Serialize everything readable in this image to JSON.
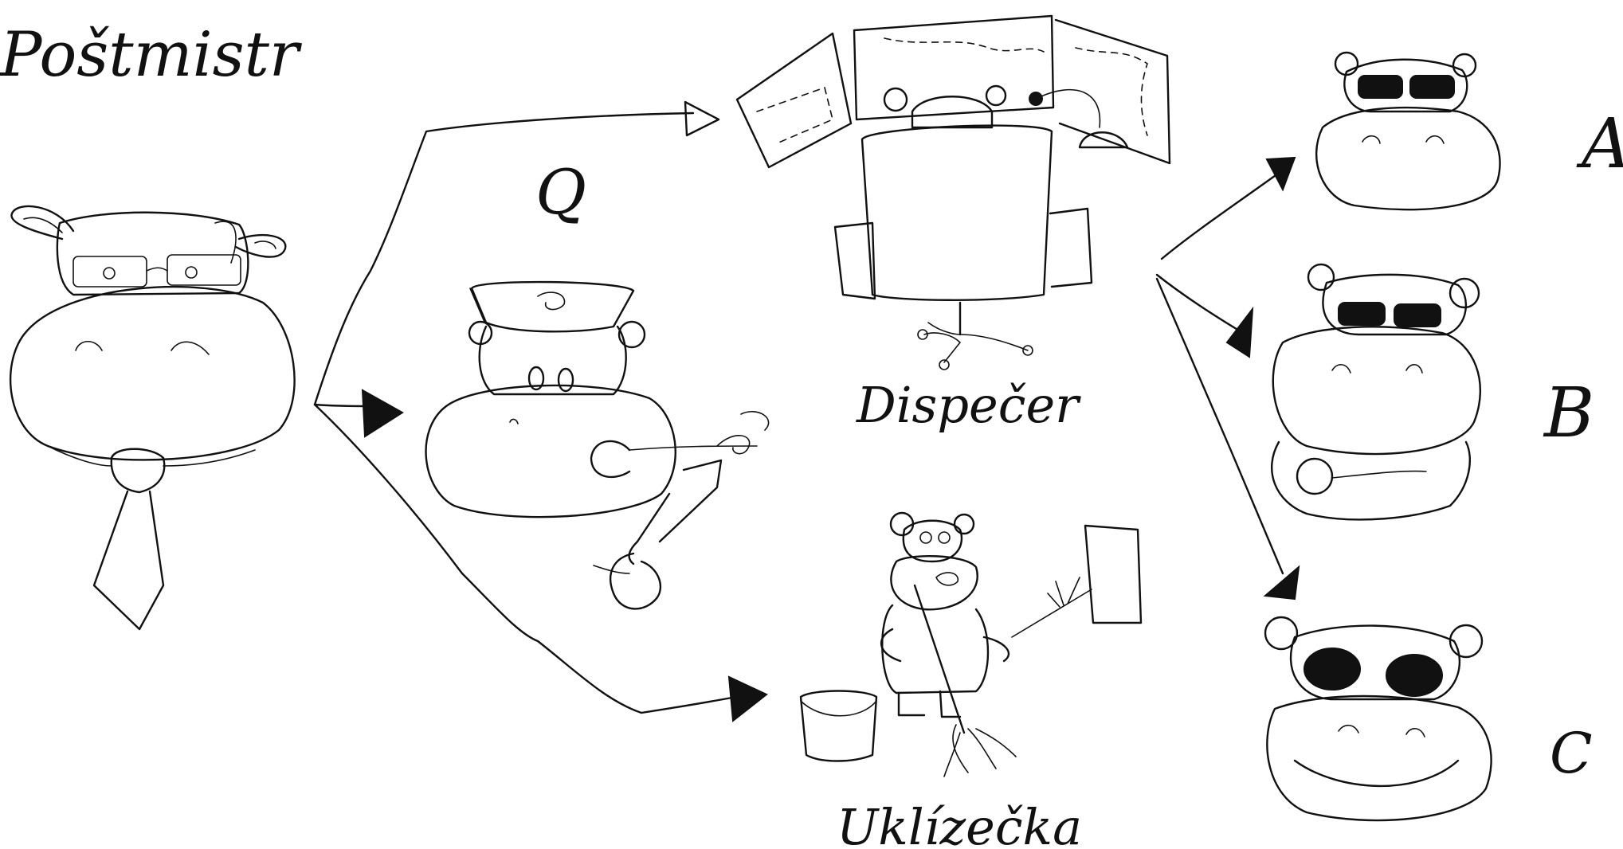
{
  "labels": {
    "postmaster": "Poštmistr",
    "q": "Q",
    "dispatcher": "Dispečer",
    "cleaner": "Uklízečka",
    "option_a": "A",
    "option_b": "B",
    "option_c": "C"
  },
  "colors": {
    "ink": "#111111",
    "paper": "#ffffff"
  }
}
